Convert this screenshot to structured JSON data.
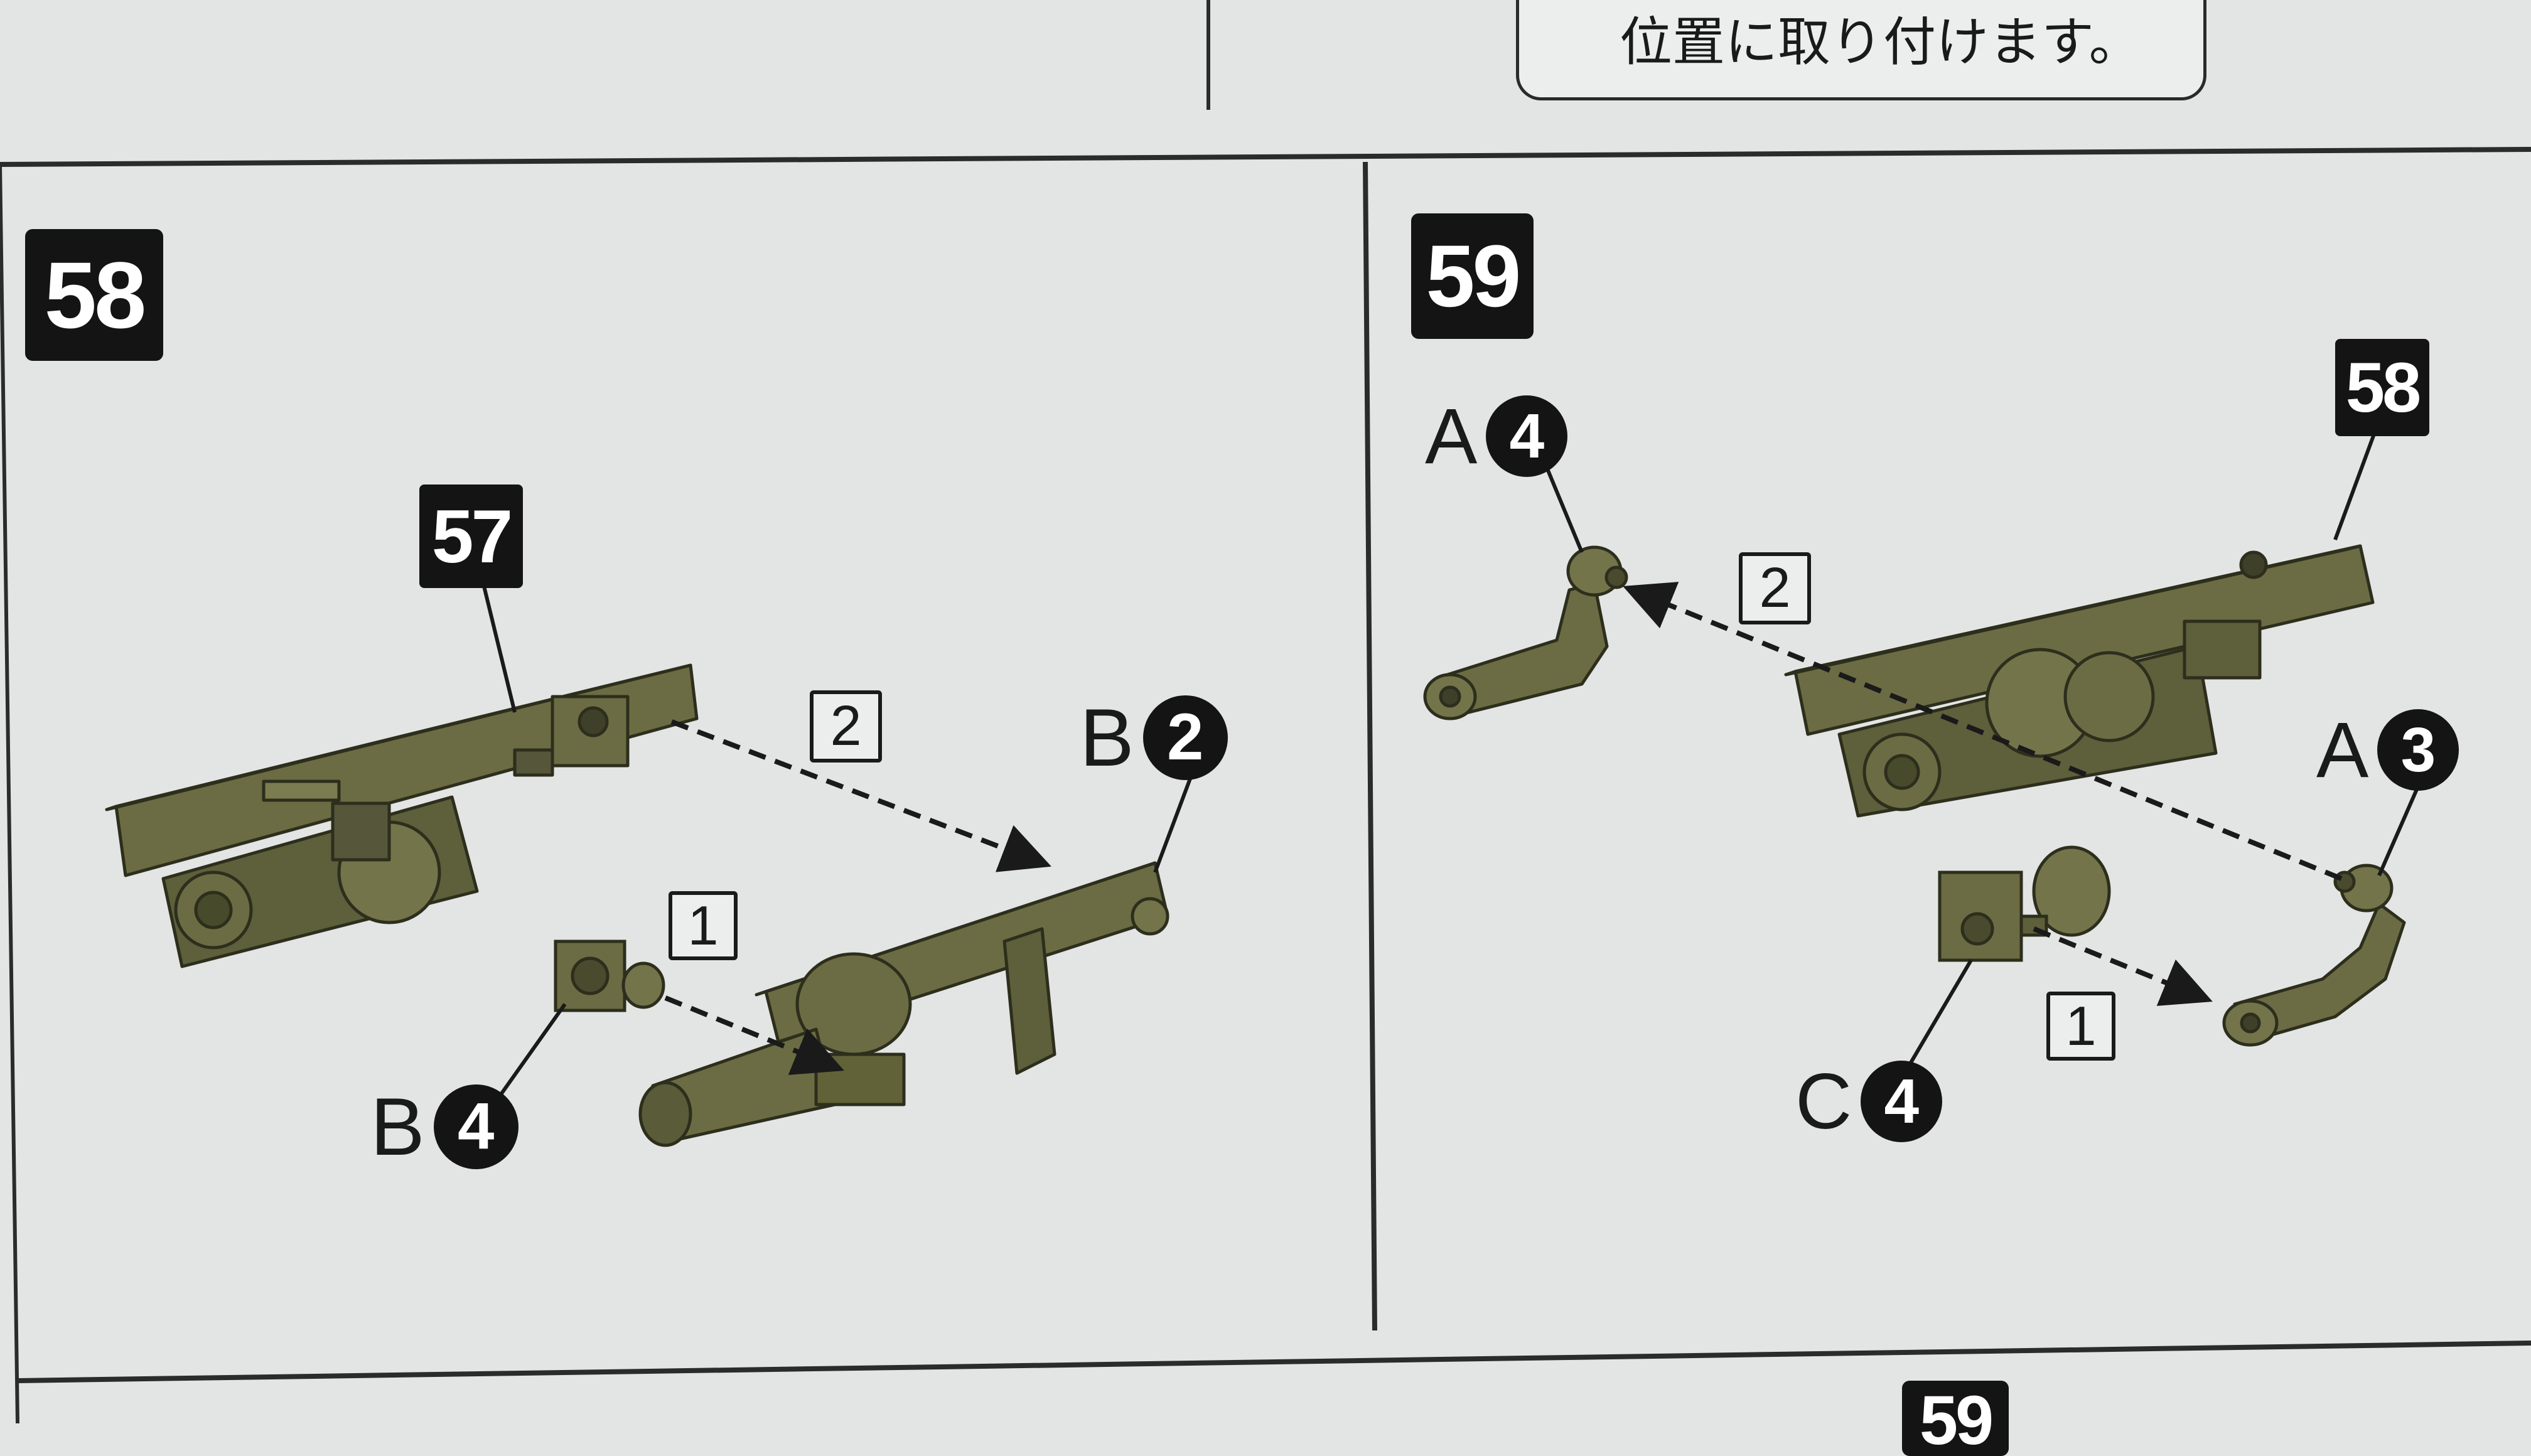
{
  "header": {
    "instruction_text": "位置に取り付けます。"
  },
  "steps": [
    {
      "number": "58",
      "sub_assembly_ref": "57",
      "part_labels": [
        {
          "letter": "B",
          "number": "2"
        },
        {
          "letter": "B",
          "number": "4"
        }
      ],
      "order_markers": [
        "1",
        "2"
      ]
    },
    {
      "number": "59",
      "sub_assembly_ref": "58",
      "part_labels": [
        {
          "letter": "A",
          "number": "4"
        },
        {
          "letter": "A",
          "number": "3"
        },
        {
          "letter": "C",
          "number": "4"
        }
      ],
      "order_markers": [
        "1",
        "2"
      ]
    }
  ],
  "next_step_partial": "59",
  "colors": {
    "paper": "#e3e5e4",
    "part_olive": "#6b6c43",
    "part_olive_dark": "#45462a",
    "ink": "#141414"
  }
}
